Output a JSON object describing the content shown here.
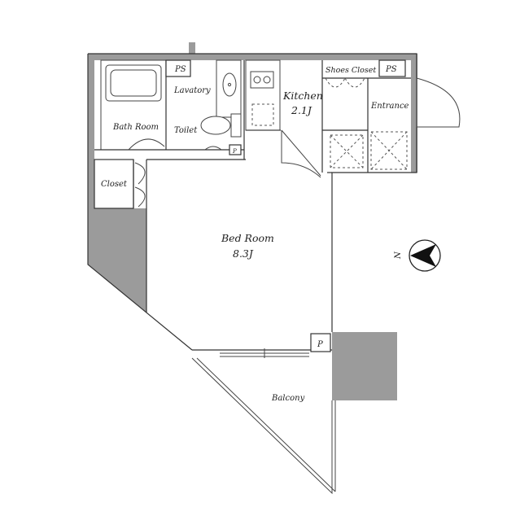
{
  "rooms": {
    "bath": "Bath Room",
    "lavatory": "Lavatory",
    "toilet": "Toilet",
    "kitchen": "Kitchen",
    "kitchen_size": "2.1J",
    "shoes_closet": "Shoes Closet",
    "entrance": "Entrance",
    "closet": "Closet",
    "bedroom": "Bed Room",
    "bedroom_size": "8.3J",
    "balcony": "Balcony"
  },
  "markers": {
    "ps_left": "PS",
    "ps_right": "PS",
    "p_bottom": "P",
    "p_toilet": "P"
  },
  "compass": {
    "letter": "N"
  }
}
